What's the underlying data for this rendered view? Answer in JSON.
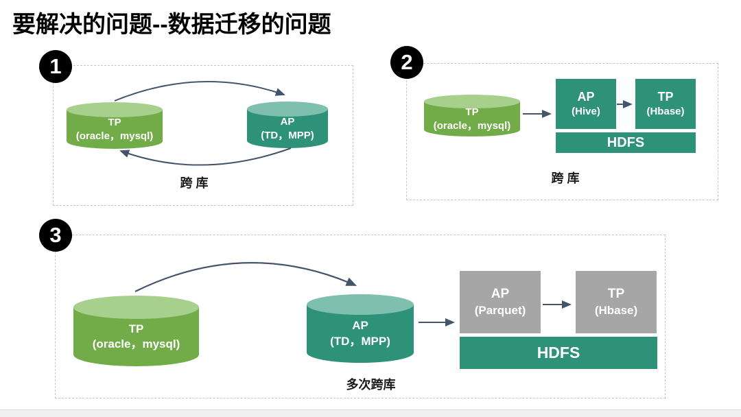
{
  "title": "要解决的问题--数据迁移的问题",
  "colors": {
    "green_body": "#71AC49",
    "green_top": "#A8D08D",
    "teal_body": "#2E9279",
    "teal_top": "#7FBFAD",
    "gray_box": "#A6A6A6",
    "arrow": "#44546A",
    "dashed_border": "#c6c6c6",
    "badge_bg": "#000000"
  },
  "s1": {
    "badge": "1",
    "label": "跨 库",
    "tp_line1": "TP",
    "tp_line2": "(oracle，mysql)",
    "ap_line1": "AP",
    "ap_line2": "(TD，MPP)"
  },
  "s2": {
    "badge": "2",
    "label": "跨 库",
    "tp_line1": "TP",
    "tp_line2": "(oracle，mysql)",
    "ap_hive_line1": "AP",
    "ap_hive_line2": "(Hive)",
    "tp_hbase_line1": "TP",
    "tp_hbase_line2": "(Hbase)",
    "hdfs": "HDFS"
  },
  "s3": {
    "badge": "3",
    "label": "多次跨库",
    "tp_line1": "TP",
    "tp_line2": "(oracle，mysql)",
    "ap_line1": "AP",
    "ap_line2": "(TD，MPP)",
    "ap_parquet_line1": "AP",
    "ap_parquet_line2": "(Parquet)",
    "tp_hbase_line1": "TP",
    "tp_hbase_line2": "(Hbase)",
    "hdfs": "HDFS"
  }
}
